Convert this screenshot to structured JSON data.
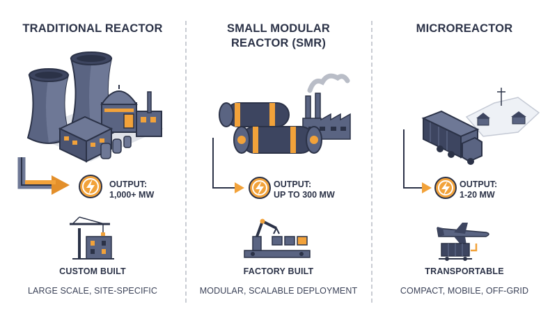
{
  "columns": [
    {
      "title": "TRADITIONAL REACTOR",
      "output_label": "OUTPUT:",
      "output_value": "1,000+ MW",
      "build_label": "CUSTOM BUILT",
      "description": "LARGE SCALE, SITE-SPECIFIC"
    },
    {
      "title_line1": "SMALL MODULAR",
      "title_line2": "REACTOR (SMR)",
      "output_label": "OUTPUT:",
      "output_value": "UP TO 300 MW",
      "build_label": "FACTORY BUILT",
      "description": "MODULAR, SCALABLE DEPLOYMENT"
    },
    {
      "title": "MICROREACTOR",
      "output_label": "OUTPUT:",
      "output_value": "1-20 MW",
      "build_label": "TRANSPORTABLE",
      "description": "COMPACT, MOBILE, OFF-GRID"
    }
  ],
  "colors": {
    "navy": "#2b3247",
    "slate": "#5a6482",
    "accent_orange": "#f2a23a",
    "divider": "#c9ccd3"
  },
  "icons": [
    "cooling-tower-icon",
    "reactor-dome-icon",
    "lightning-bolt-icon",
    "tower-crane-icon",
    "robot-arm-icon",
    "factory-icon",
    "truck-icon",
    "airplane-icon",
    "cargo-container-icon",
    "cabin-icon"
  ]
}
